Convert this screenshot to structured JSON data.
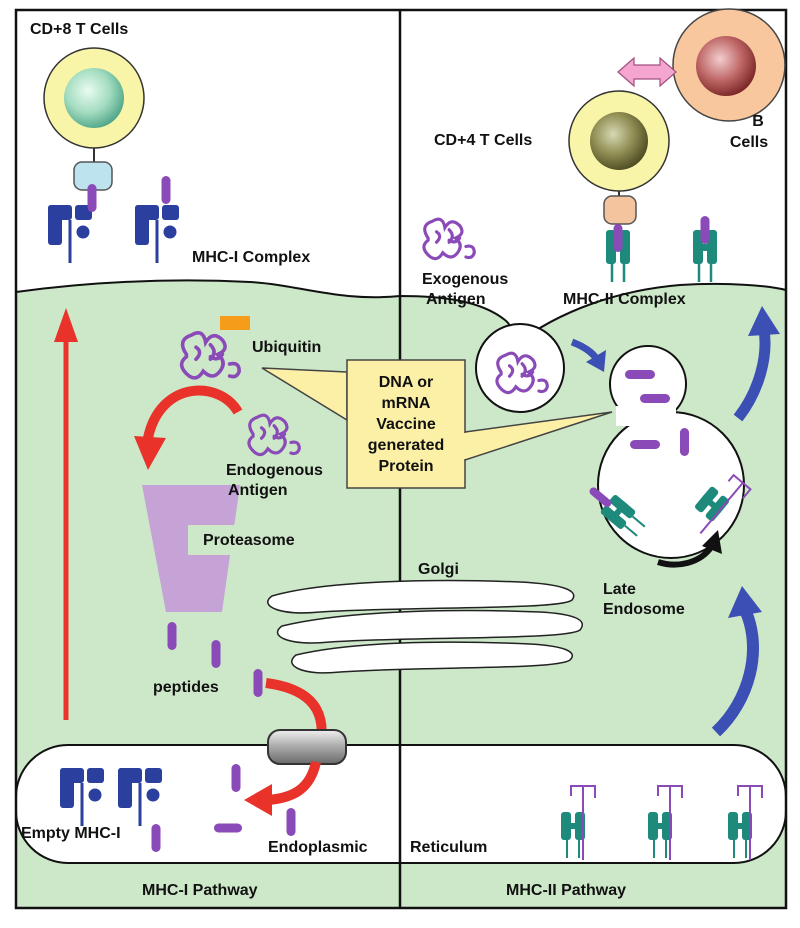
{
  "labels": {
    "cd8": "CD+8 T Cells",
    "cd4": "CD+4 T Cells",
    "b_cells_line1": "B",
    "b_cells_line2": "Cells",
    "mhc1_complex": "MHC-I Complex",
    "mhc2_complex": "MHC-II Complex",
    "exogenous_line1": "Exogenous",
    "exogenous_line2": "Antigen",
    "ubiquitin": "Ubiquitin",
    "endogenous_line1": "Endogenous",
    "endogenous_line2": "Antigen",
    "proteasome": "Proteasome",
    "golgi": "Golgi",
    "late_endosome_line1": "Late",
    "late_endosome_line2": "Endosome",
    "peptides": "peptides",
    "empty_mhc1": "Empty MHC-I",
    "endoplasmic": "Endoplasmic",
    "reticulum": "Reticulum",
    "mhc1_pathway": "MHC-I Pathway",
    "mhc2_pathway": "MHC-II Pathway"
  },
  "callout": {
    "line1": "DNA or",
    "line2": "mRNA",
    "line3": "Vaccine",
    "line4": "generated",
    "line5": "Protein"
  },
  "colors": {
    "cytoplasm": "#cde8c9",
    "mhc1_blue": "#2b3f9e",
    "mhc2_teal": "#1d8a7c",
    "peptide_purple": "#8a4ab8",
    "transport_red": "#e8322a",
    "flow_blue": "#3c4fb5",
    "callout_yellow": "#fbf0a6",
    "proteasome_lilac": "#c5a3d6",
    "ubiquitin_orange": "#f59c1a"
  }
}
